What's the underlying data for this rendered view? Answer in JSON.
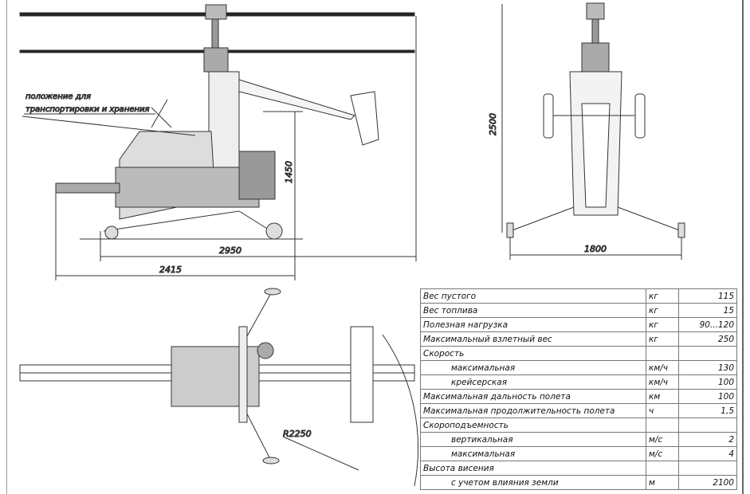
{
  "note": {
    "line1": "положение для",
    "line2": "транспортировки и хранения"
  },
  "dimensions": {
    "height_side": "1450",
    "length_total": "2950",
    "length_2": "2415",
    "height_front": "2500",
    "track_width": "1800",
    "rotor_radius": "R2250"
  },
  "specs": [
    {
      "label": "Вес пустого",
      "unit": "кг",
      "value": "115"
    },
    {
      "label": "Вес топлива",
      "unit": "кг",
      "value": "15"
    },
    {
      "label": "Полезная нагрузка",
      "unit": "кг",
      "value": "90...120"
    },
    {
      "label": "Максимальный взлетный вес",
      "unit": "кг",
      "value": "250"
    },
    {
      "label": "Скорость",
      "unit": "",
      "value": ""
    },
    {
      "label": "максимальная",
      "unit": "км/ч",
      "value": "130"
    },
    {
      "label": "крейсерская",
      "unit": "км/ч",
      "value": "100"
    },
    {
      "label": "Максимальная дальность полета",
      "unit": "км",
      "value": "100"
    },
    {
      "label": "Максимальная продолжительность полета",
      "unit": "ч",
      "value": "1,5"
    },
    {
      "label": "Скороподъемность",
      "unit": "",
      "value": ""
    },
    {
      "label": "вертикальная",
      "unit": "м/с",
      "value": "2"
    },
    {
      "label": "максимальная",
      "unit": "м/с",
      "value": "4"
    },
    {
      "label": "Высота висения",
      "unit": "",
      "value": ""
    },
    {
      "label": "с учетом влияния земли",
      "unit": "м",
      "value": "2100"
    }
  ]
}
